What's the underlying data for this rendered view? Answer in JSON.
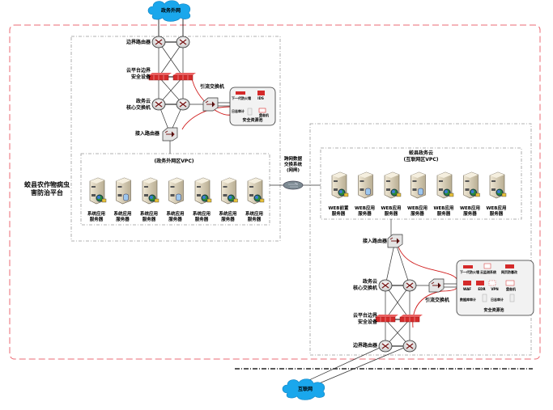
{
  "title": "Network architecture for the county crop pest & disease prevention platform",
  "clouds": {
    "top": "政务外网",
    "bottom": "互联网"
  },
  "outer_zone_label": "蛟县农作物病虫\n害防治平台",
  "gov_side": {
    "border_router": "边界路由器",
    "cloud_security": "云平台边界\n安全设备",
    "core_switch": "政务云\n核心交换机",
    "diversion_switch": "引流交换机",
    "access_router": "接入路由器",
    "security_pool": {
      "title": "安全资源池",
      "items": [
        "下一代防火墙",
        "IDS",
        "日志审计",
        "堡垒机"
      ]
    },
    "vpc": {
      "title": "(政务外网区VPC)",
      "servers": [
        {
          "label": "系统应用\n服务器",
          "badge": "globe"
        },
        {
          "label": "系统应用\n服务器",
          "badge": "db"
        },
        {
          "label": "系统应用\n服务器",
          "badge": "globe"
        },
        {
          "label": "系统应用\n服务器",
          "badge": "db"
        },
        {
          "label": "系统应用\n服务器",
          "badge": "globe"
        },
        {
          "label": "系统应用\n服务器",
          "badge": "globe"
        },
        {
          "label": "系统应用\n服务器",
          "badge": "globe"
        }
      ]
    }
  },
  "gateway": {
    "label": "跨网数据\n交换系统\n(网闸)"
  },
  "internet_side": {
    "vpc": {
      "title": "蛟县政务云\n(互联网区VPC)",
      "servers": [
        {
          "label": "WEB前置\n服务器",
          "badge": "globe"
        },
        {
          "label": "WEB应用\n服务器",
          "badge": "db"
        },
        {
          "label": "WEB应用\n服务器",
          "badge": "globe"
        },
        {
          "label": "WEB应用\n服务器",
          "badge": "db"
        },
        {
          "label": "WEB应用\n服务器",
          "badge": "globe"
        },
        {
          "label": "WEB应用\n服务器",
          "badge": "globe"
        },
        {
          "label": "WEB应用\n服务器",
          "badge": "globe"
        }
      ]
    },
    "access_router": "接入路由器",
    "core_switch": "政务云\n核心交换机",
    "diversion_switch": "引流交换机",
    "cloud_security": "云平台边界\n安全设备",
    "border_router": "边界路由器",
    "security_pool": {
      "title": "安全资源池",
      "items": [
        "下一代防火墙",
        "云监测系统",
        "网页防篡改",
        "WAF",
        "EDR",
        "VPN",
        "堡垒机",
        "数据库审计",
        "日志审计"
      ]
    }
  },
  "colors": {
    "outer_zone": "#e8505a",
    "cloud": "#1aa7ec",
    "firewall": "#d42a2a",
    "flow_line": "#d01c1c",
    "zone_border": "#999999"
  }
}
